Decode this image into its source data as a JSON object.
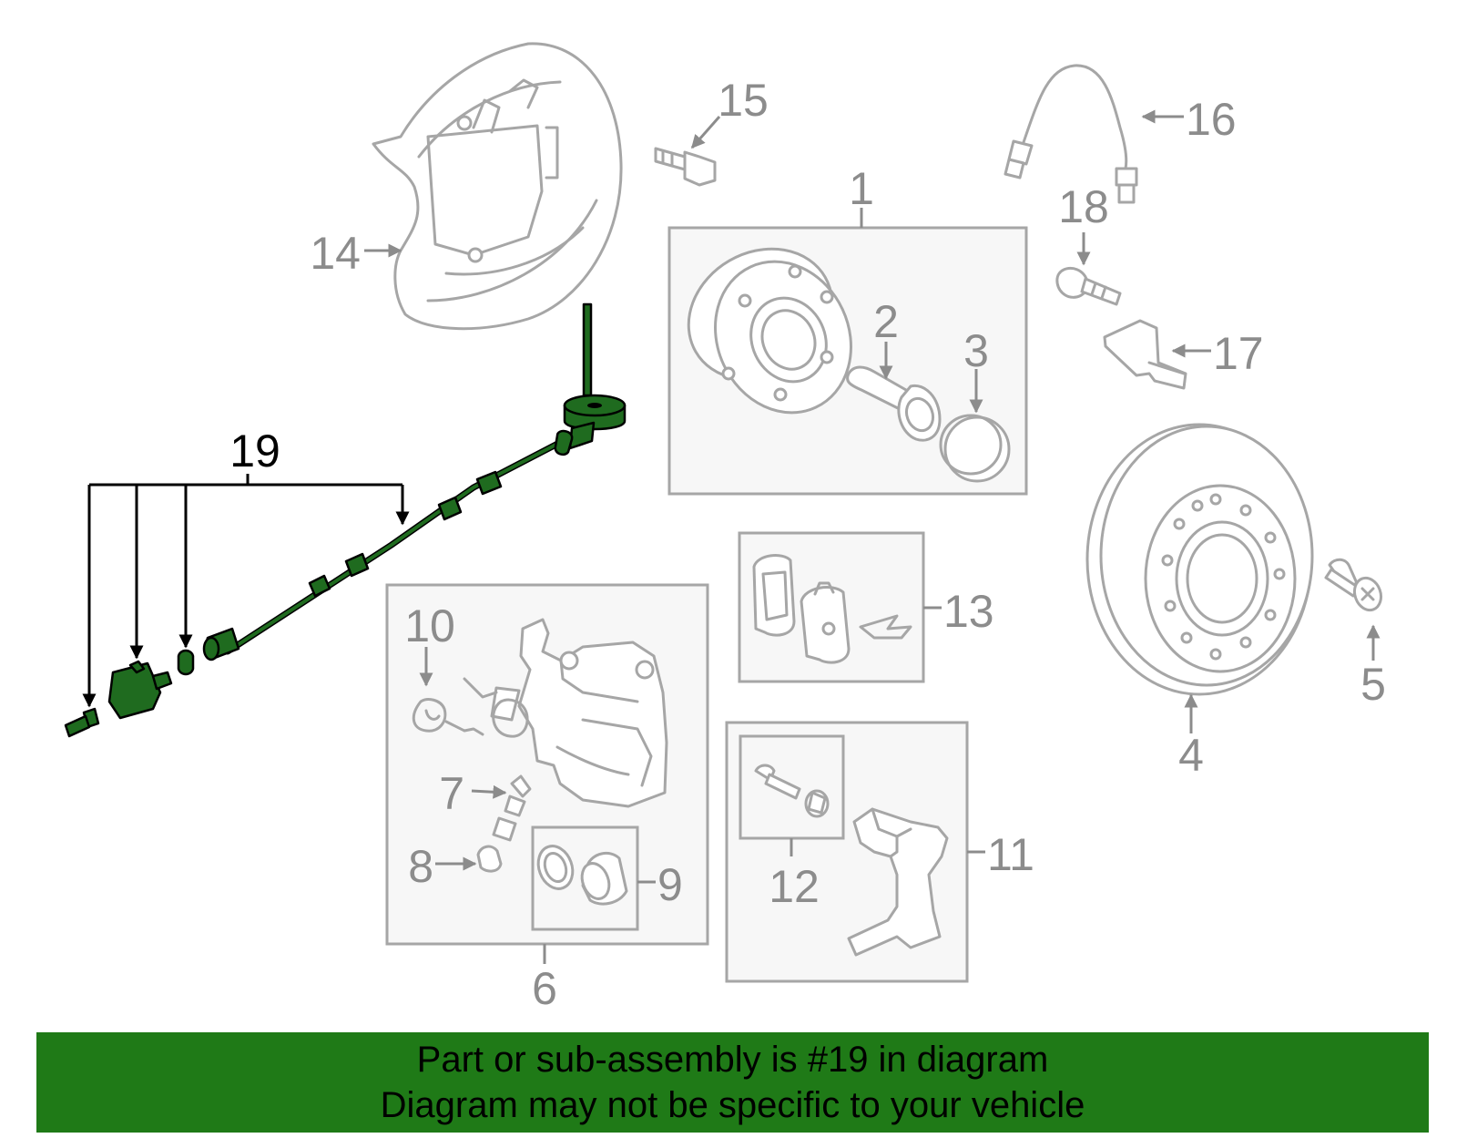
{
  "callouts": {
    "c1": "1",
    "c2": "2",
    "c3": "3",
    "c4": "4",
    "c5": "5",
    "c6": "6",
    "c7": "7",
    "c8": "8",
    "c9": "9",
    "c10": "10",
    "c11": "11",
    "c12": "12",
    "c13": "13",
    "c14": "14",
    "c15": "15",
    "c16": "16",
    "c17": "17",
    "c18": "18",
    "c19": "19"
  },
  "highlight": {
    "part_number": "19",
    "color": "#1f6b1f"
  },
  "banner": {
    "line1": "Part or sub-assembly is #19 in diagram",
    "line2": "Diagram may not be specific to your vehicle",
    "background": "#1f7a17"
  }
}
